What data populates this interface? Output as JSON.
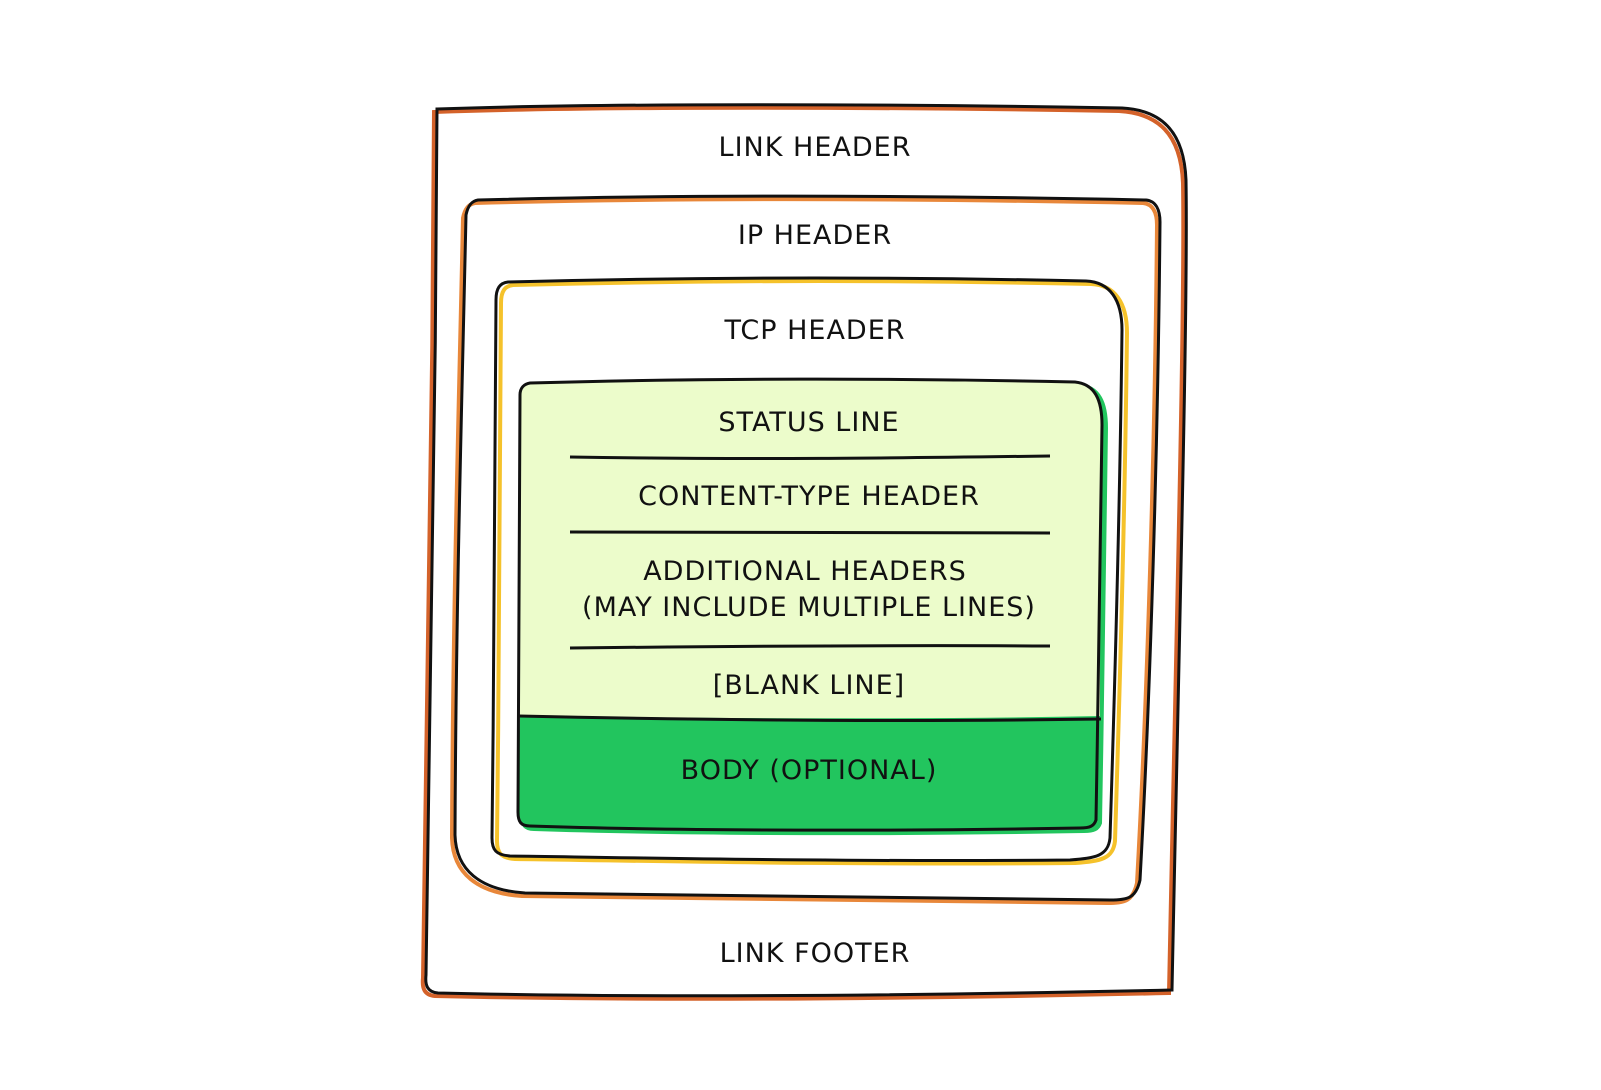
{
  "layers": {
    "link": {
      "header": "LINK HEADER",
      "footer": "LINK FOOTER",
      "color": "#d4622a"
    },
    "ip": {
      "header": "IP HEADER",
      "color": "#e8873a"
    },
    "tcp": {
      "header": "TCP HEADER",
      "color": "#f5c22b"
    },
    "http": {
      "color": "#22c55e",
      "fill": "#ecfccb",
      "rows": {
        "status": "STATUS LINE",
        "content_type": "CONTENT-TYPE HEADER",
        "additional_1": "ADDITIONAL HEADERS",
        "additional_2": "(MAY INCLUDE MULTIPLE LINES)",
        "blank": "[BLANK LINE]"
      },
      "body": {
        "label": "BODY (OPTIONAL)",
        "fill": "#22c55e"
      }
    }
  }
}
